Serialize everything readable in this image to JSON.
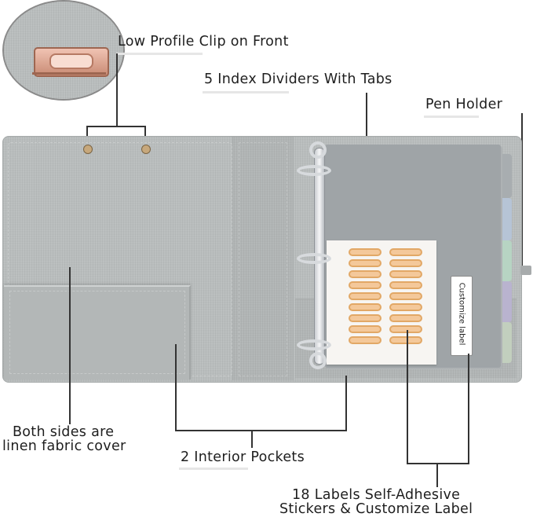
{
  "callouts": {
    "clip": "Low Profile Clip on Front",
    "dividers": "5 Index Dividers With Tabs",
    "pen": "Pen Holder",
    "fabric_line1": "Both sides are",
    "fabric_line2": "linen fabric cover",
    "pockets": "2 Interior Pockets",
    "labels_line1": "18 Labels Self-Adhesive",
    "labels_line2": "Stickers & Customize Label"
  },
  "customize_label": "Customize label",
  "colors": {
    "binder": "#b9bdbd",
    "divider": "#9fa4a7",
    "tab_blue": "#b6c4d6",
    "tab_green": "#b7d4c3",
    "tab_purple": "#b9b3cf",
    "tab_sage": "#c2cfbe",
    "label_orange": "#f4c89a",
    "clip_copper": "#d79a85"
  }
}
